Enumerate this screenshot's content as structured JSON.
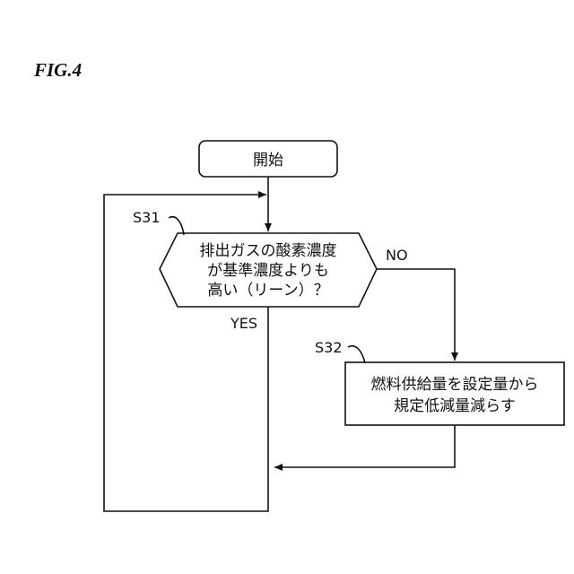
{
  "figure_label": "FIG.4",
  "nodes": {
    "start": {
      "label": "開始"
    },
    "decision": {
      "step": "S31",
      "lines": [
        "排出ガスの酸素濃度",
        "が基準濃度よりも",
        "高い（リーン）？"
      ]
    },
    "process": {
      "step": "S32",
      "lines": [
        "燃料供給量を設定量から",
        "規定低減量減らす"
      ]
    }
  },
  "edges": {
    "no_label": "NO",
    "yes_label": "YES"
  }
}
